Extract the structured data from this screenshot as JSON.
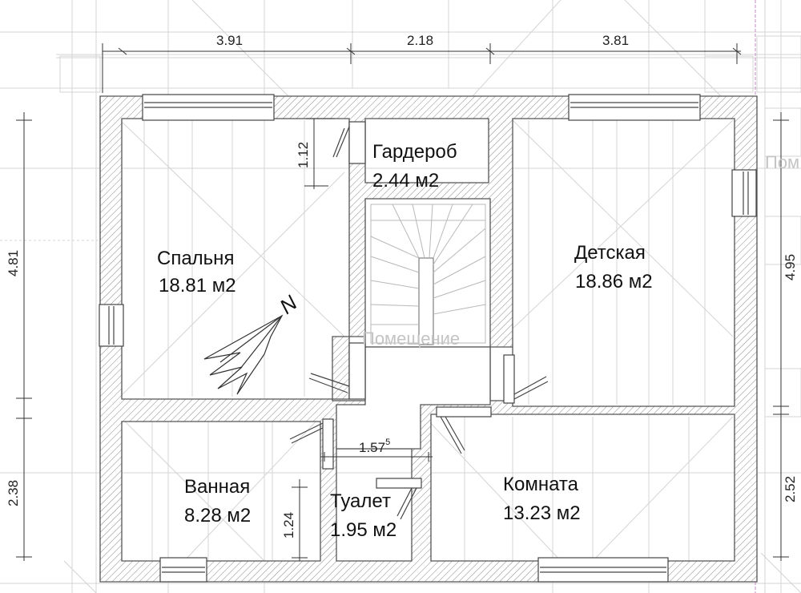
{
  "rooms": {
    "bedroom": {
      "name": "Спальня",
      "area": "18.81 м2"
    },
    "wardrobe": {
      "name": "Гардероб",
      "area": "2.44 м2"
    },
    "nursery": {
      "name": "Детская",
      "area": "18.86 м2"
    },
    "bathroom": {
      "name": "Ванная",
      "area": "8.28 м2"
    },
    "toilet": {
      "name": "Туалет",
      "area": "1.95 м2"
    },
    "room": {
      "name": "Комната",
      "area": "13.23 м2"
    }
  },
  "dimensions": {
    "top_left": "3.91",
    "top_middle": "2.18",
    "top_right": "3.81",
    "left_upper": "4.81",
    "left_lower": "2.38",
    "right_upper": "4.95",
    "right_lower": "2.52",
    "wardrobe_door": "1.12",
    "bathroom_door": "1.24",
    "corridor_width": "1.57",
    "corridor_width_sup": "5"
  },
  "ghost_labels": {
    "stair_room": "Помещение",
    "right_edge": "Пом"
  },
  "compass": {
    "letter": "N"
  },
  "colors": {
    "wall_stroke": "#555555",
    "hatch": "#888888",
    "grid": "#d2d2d2",
    "text": "#111111"
  }
}
